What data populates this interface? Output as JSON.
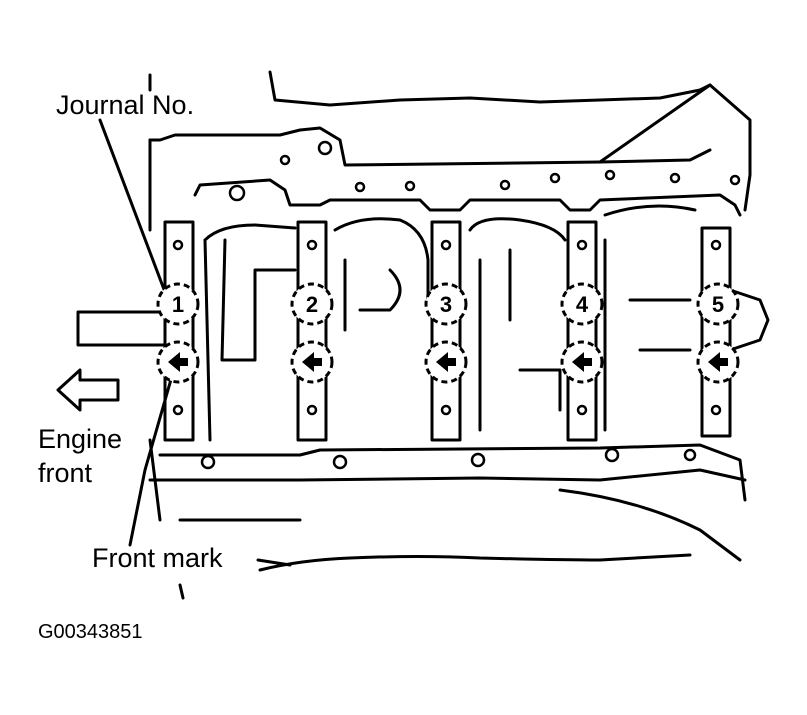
{
  "labels": {
    "journal_no": "Journal No.",
    "engine_front": "Engine front",
    "front_mark": "Front mark",
    "figure_id": "G00343851"
  },
  "journals": [
    {
      "number": "1"
    },
    {
      "number": "2"
    },
    {
      "number": "3"
    },
    {
      "number": "4"
    },
    {
      "number": "5"
    }
  ],
  "colors": {
    "ink": "#000000",
    "paper": "#ffffff"
  }
}
